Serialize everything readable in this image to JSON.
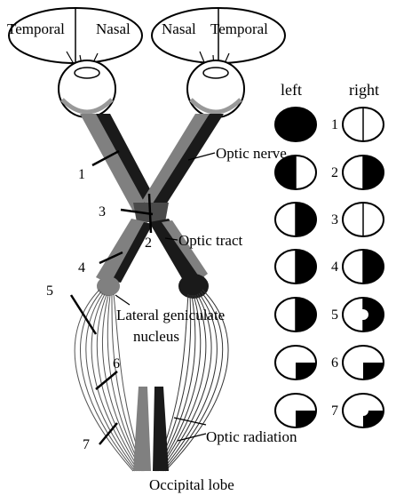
{
  "labels": {
    "temporal_left": "Temporal",
    "nasal_left": "Nasal",
    "nasal_right": "Nasal",
    "temporal_right": "Temporal",
    "optic_nerve": "Optic nerve",
    "optic_tract": "Optic tract",
    "lgn_line1": "Lateral geniculate",
    "lgn_line2": "nucleus",
    "optic_radiation": "Optic radiation",
    "occipital_lobe": "Occipital lobe"
  },
  "lesion_markers": [
    "1",
    "2",
    "3",
    "4",
    "5",
    "6",
    "7"
  ],
  "field_headers": {
    "left": "left",
    "right": "right"
  },
  "field_rows": [
    {
      "number": "1",
      "left": "fully blind",
      "right": "intact"
    },
    {
      "number": "2",
      "left": "temporal half blind",
      "right": "temporal half blind"
    },
    {
      "number": "3",
      "left": "nasal half blind",
      "right": "intact"
    },
    {
      "number": "4",
      "left": "right half blind",
      "right": "right half blind"
    },
    {
      "number": "5",
      "left": "right half blind",
      "right": "right half blind, macula spared"
    },
    {
      "number": "6",
      "left": "lower right quadrant blind",
      "right": "lower right quadrant blind"
    },
    {
      "number": "7",
      "left": "lower right quadrant blind",
      "right": "lower right quadrant blind, macula spared"
    }
  ],
  "colors": {
    "pathway_dark": "#1a1a1a",
    "pathway_gray": "#808080",
    "ink": "#000000"
  }
}
